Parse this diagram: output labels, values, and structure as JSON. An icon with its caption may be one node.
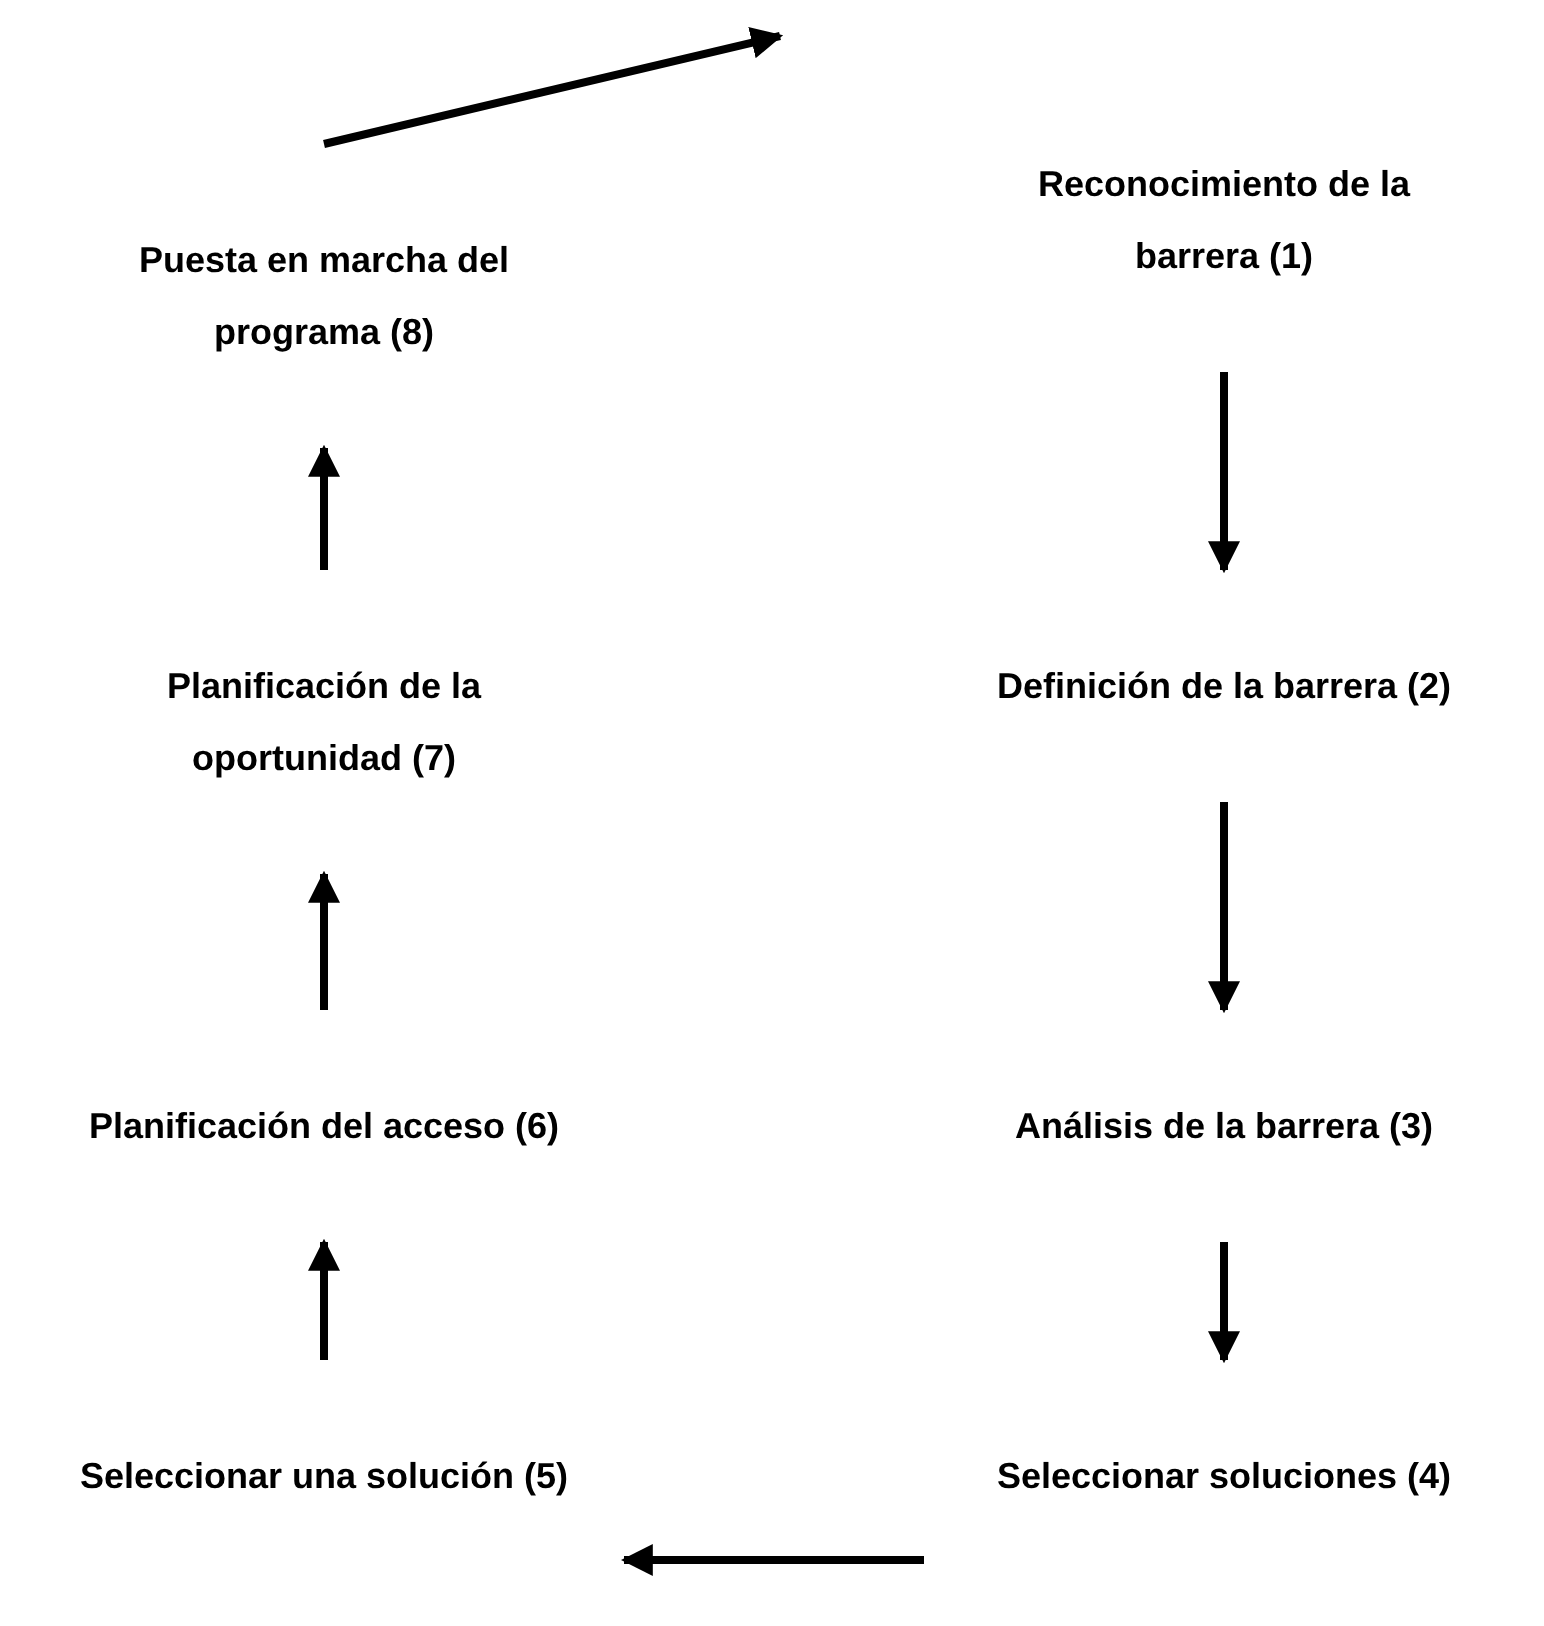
{
  "diagram": {
    "nodes": [
      {
        "text": [
          "Reconocimiento de la barrera (1)"
        ]
      },
      {
        "text": [
          "Definición de la barrera (2)"
        ]
      },
      {
        "text": [
          "Análisis de la barrera (3)"
        ]
      },
      {
        "text": [
          "Seleccionar soluciones (4)"
        ]
      },
      {
        "text": [
          "Seleccionar una solución (5)"
        ]
      },
      {
        "text": [
          "Planificación del acceso (6)"
        ]
      },
      {
        "text": [
          "Planificación de la oportunidad (7)"
        ]
      },
      {
        "text": [
          "Puesta en marcha del programa (8)"
        ]
      }
    ],
    "edges": [
      {
        "from": 0,
        "to": 1,
        "arrow": "to"
      },
      {
        "from": 1,
        "to": 2,
        "arrow": "to"
      },
      {
        "from": 2,
        "to": 3,
        "arrow": "to"
      },
      {
        "from": 3,
        "to": 4,
        "arrow": "to"
      },
      {
        "from": 4,
        "to": 5,
        "arrow": "to"
      },
      {
        "from": 5,
        "to": 6,
        "arrow": "to"
      },
      {
        "from": 6,
        "to": 7,
        "arrow": "to"
      },
      {
        "from": 7,
        "to": null,
        "arrow": "to"
      }
    ]
  }
}
